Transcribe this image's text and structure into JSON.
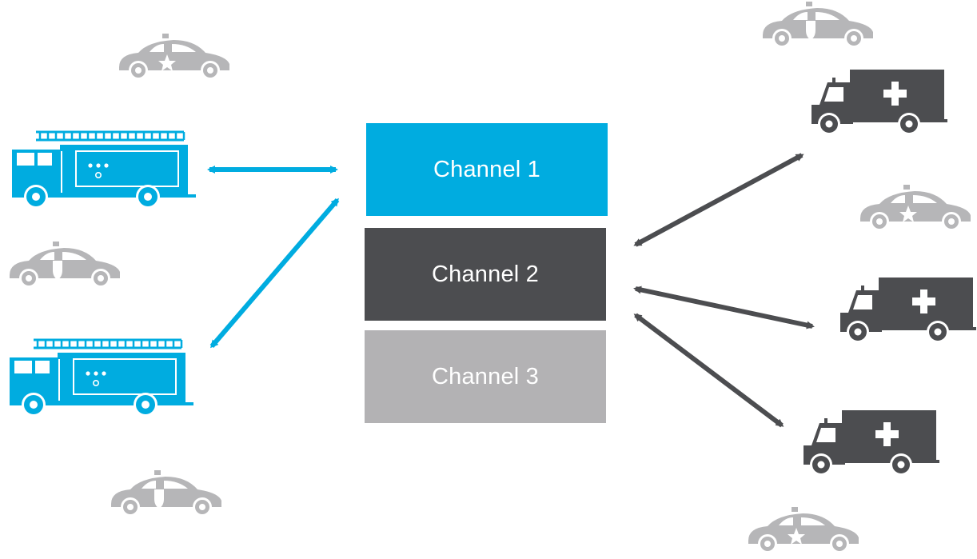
{
  "channels": [
    {
      "label": "Channel 1",
      "color": "#00ace0"
    },
    {
      "label": "Channel 2",
      "color": "#4c4d50"
    },
    {
      "label": "Channel 3",
      "color": "#b3b2b4"
    }
  ],
  "colors": {
    "fire_truck": "#00ace0",
    "ambulance": "#4c4d50",
    "police_car": "#b6b6b8",
    "arrow_blue": "#00ace0",
    "arrow_dark": "#4c4d50"
  },
  "icons": {
    "fire_truck": "fire-truck-icon",
    "ambulance": "ambulance-icon",
    "police_car": "police-car-icon"
  }
}
